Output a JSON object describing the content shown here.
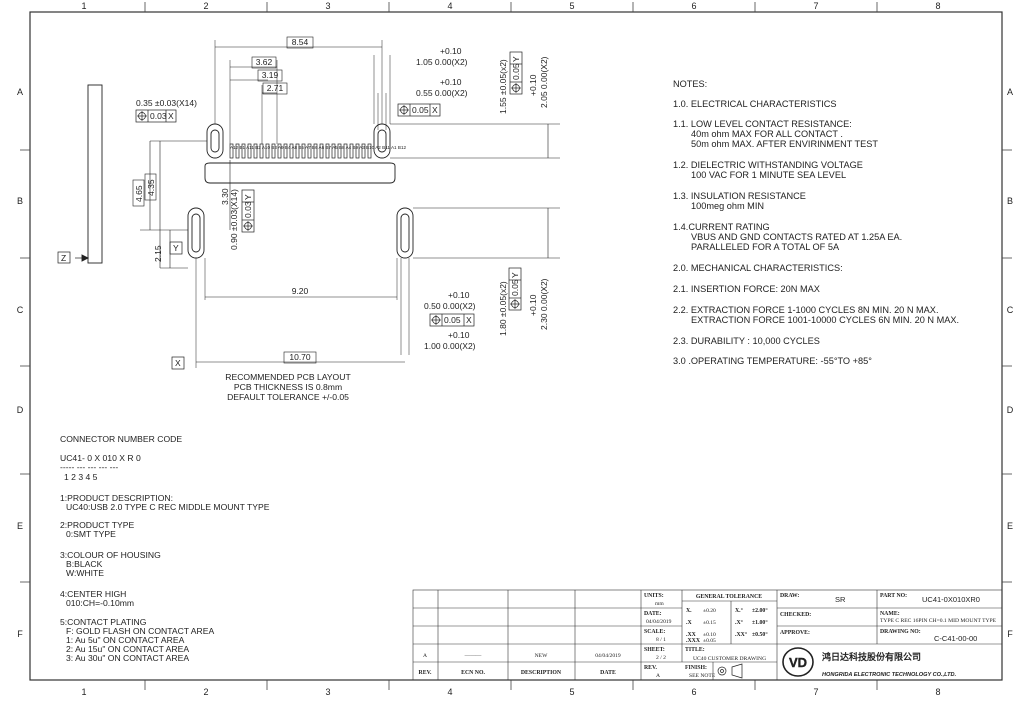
{
  "columns": [
    "1",
    "2",
    "3",
    "4",
    "5",
    "6",
    "7",
    "8"
  ],
  "rows": [
    "A",
    "B",
    "C",
    "D",
    "E",
    "F"
  ],
  "dims": {
    "d854": "8.54",
    "d362": "3.62",
    "d319": "3.19",
    "d271": "2.71",
    "tol010": "+0.10",
    "d105": "1.05  0.00(X2)",
    "d055": "0.55  0.00(X2)",
    "d035": "0.35 ±0.03(X14)",
    "fc003": "0.03",
    "fcX": "X",
    "fc005": "0.05",
    "d155": "1.55 ±0.05(x2)",
    "fc005y": "0.05",
    "fcY": "Y",
    "d205a": "+0.10",
    "d205b": "2.05  0.00(X2)",
    "d465": "4.65",
    "d435": "4.35",
    "d330": "3.30",
    "d090": "0.90 ±0.03(X14)",
    "fc003y": "0.03",
    "d215": "2.15",
    "d920": "9.20",
    "d1070": "10.70",
    "d050": "0.50  0.00(X2)",
    "d100": "1.00  0.00(X2)",
    "d180": "1.80 ±0.05(x2)",
    "d230b": "2.30  0.00(X2)",
    "datumZ": "Z",
    "datumY": "Y",
    "datumX": "X",
    "pins": "A12 B1 A11 B2 A10 B3 A9 B4 A8 B5 A7 B6 A6 B7 A5 B8 A4 B9 A3 B10 A2 B11 A1 B12"
  },
  "layout_notes": [
    "RECOMMENDED PCB LAYOUT",
    "PCB THICKNESS IS 0.8mm",
    "DEFAULT TOLERANCE +/-0.05"
  ],
  "notes": [
    "NOTES:",
    "1.0. ELECTRICAL CHARACTERISTICS",
    "1.1. LOW LEVEL CONTACT RESISTANCE:",
    "40m ohm MAX FOR ALL CONTACT .",
    "50m ohm MAX. AFTER ENVIRINMENT TEST",
    "1.2. DIELECTRIC WITHSTANDING VOLTAGE",
    "100 VAC FOR 1 MINUTE SEA LEVEL",
    "1.3. INSULATION RESISTANCE",
    "100meg ohm MIN",
    "1.4.CURRENT RATING",
    "VBUS AND GND CONTACTS RATED AT 1.25A EA.",
    "PARALLELED FOR A TOTAL OF 5A",
    "2.0. MECHANICAL CHARACTERISTICS:",
    "2.1. INSERTION FORCE: 20N MAX",
    "2.2. EXTRACTION FORCE 1-1000 CYCLES 8N MIN. 20 N MAX.",
    "EXTRACTION FORCE 1001-10000 CYCLES 6N MIN. 20 N MAX.",
    "2.3. DURABILITY : 10,000 CYCLES",
    "3.0 .OPERATING TEMPERATURE: -55°TO +85°"
  ],
  "code": [
    "CONNECTOR NUMBER CODE",
    "UC41-  0   X  010  X R 0",
    "-----    ---  ---  ---  ---",
    "1      2   3    4    5",
    "1:PRODUCT DESCRIPTION:",
    "UC40:USB 2.0 TYPE C REC MIDDLE MOUNT TYPE",
    "2:PRODUCT TYPE",
    "0:SMT TYPE",
    "3:COLOUR OF  HOUSING",
    "B:BLACK",
    "W:WHITE",
    "4:CENTER HIGH",
    "010:CH=-0.10mm",
    "5:CONTACT PLATING",
    "F:  GOLD FLASH ON CONTACT AREA",
    "1:  Au 5u\"  ON CONTACT AREA",
    "2:  Au 15u\"  ON CONTACT AREA",
    "3:  Au 30u\"  ON CONTACT AREA"
  ],
  "title_block": {
    "rev_row": [
      "A",
      "———",
      "NEW",
      "04/04/2019"
    ],
    "headers": [
      "REV.",
      "ECN NO.",
      "DESCRIPTION",
      "DATE"
    ],
    "units_label": "UNITS:",
    "units": "mm",
    "date_label": "DATE:",
    "date": "04/04/2019",
    "scale_label": "SCALE:",
    "scale": "8 / 1",
    "sheet_label": "SHEET:",
    "sheet": "2 / 2",
    "rev_label": "REV.",
    "rev": "A",
    "gt": "GENERAL TOLERANCE",
    "tol": [
      "X.",
      "±0.20",
      "X.°",
      "±2.00°",
      ".X",
      "±0.15",
      ".X°",
      "±1.00°",
      ".XX",
      "±0.10",
      ".XX°",
      "±0.50°",
      ".XXX",
      "±0.05"
    ],
    "title_label": "TITLE:",
    "title": "UC40 CUSTOMER DRAWING",
    "finish_label": "FINISH:",
    "finish": "SEE NOTE",
    "draw_label": "DRAW:",
    "draw": "SR",
    "checked_label": "CHECKED:",
    "approve_label": "APPROVE:",
    "partno_label": "PART NO:",
    "partno": "UC41-0X010XR0",
    "name_label": "NAME:",
    "name": "TYPE C REC 16PIN CH=0.1 MID MOUNT TYPE",
    "drawingno_label": "DRAWING NO:",
    "drawingno": "C-C41-00-00",
    "company_cn": "鸿日达科技股份有限公司",
    "company_en": "HONGRIDA ELECTRONIC TECHNOLOGY CO.,LTD."
  }
}
